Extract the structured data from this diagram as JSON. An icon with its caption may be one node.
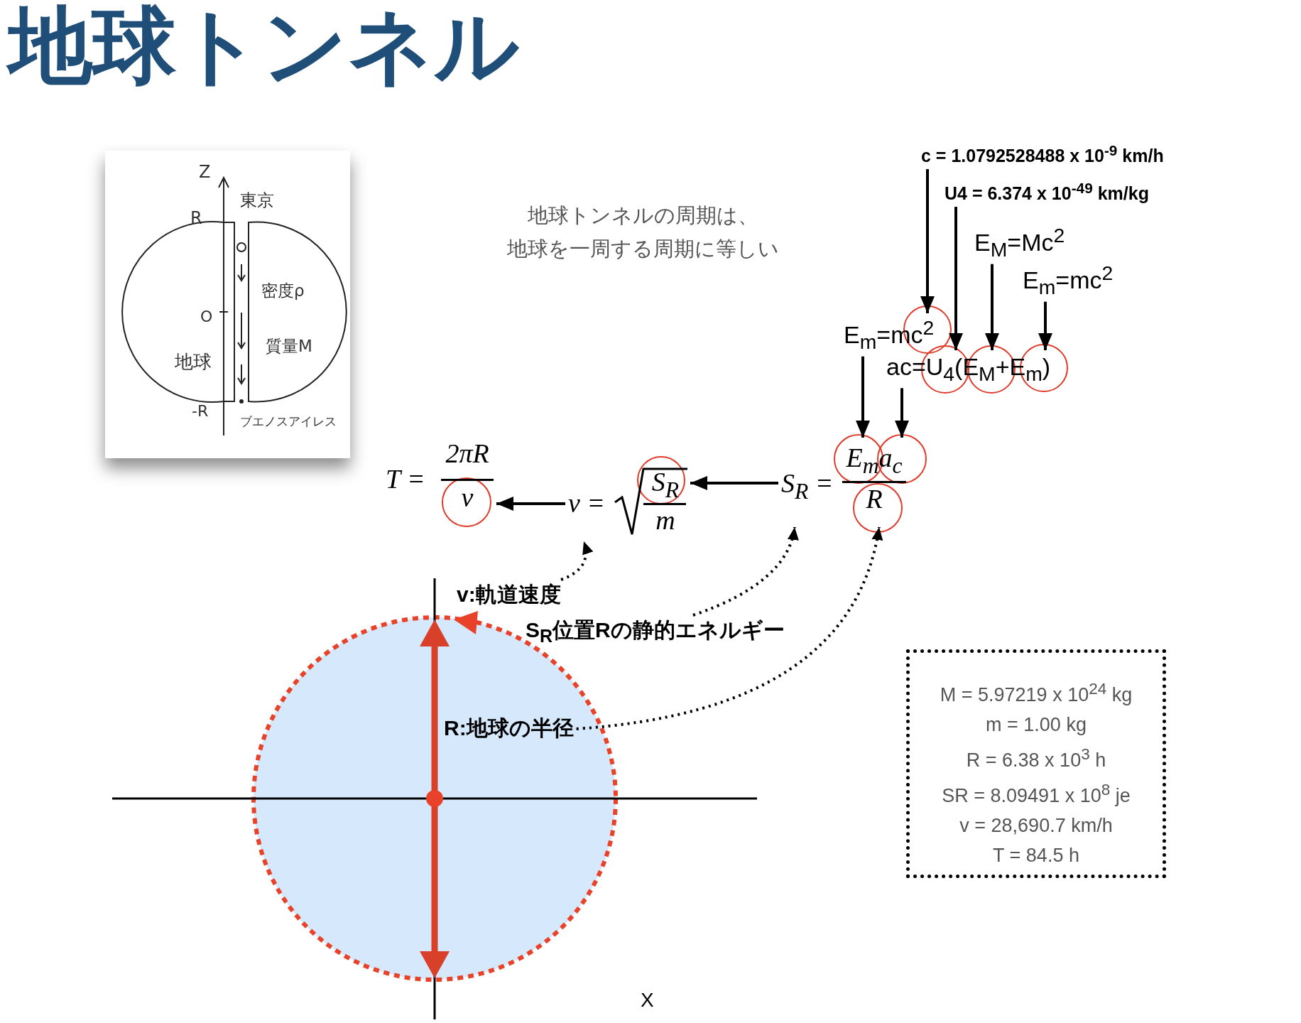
{
  "diagram": {
    "title": "地球トンネル",
    "nodes": [
      {
        "text": [
          "c = 1.0792528488 x 10$^{-9}$ km/h"
        ]
      },
      {
        "text": [
          "U4 = 6.374 x 10$^{-49}$ km/kg"
        ]
      },
      {
        "text": [
          "E$_{M}$=Mc$^{2}$"
        ]
      },
      {
        "text": [
          "E$_{m}$=mc$^{2}$"
        ]
      },
      {
        "text": [
          "E$_{m}$=mc$^{2}$"
        ]
      },
      {
        "text": [
          "ac=U$_{4}$(E$_{M}$+E$_{m}$)"
        ]
      },
      {
        "text": [
          "S$_{R}$ =",
          "E$_{m}$a$_{c}$",
          "R"
        ]
      },
      {
        "text": [
          "v =",
          "S$_{R}$",
          "m"
        ]
      },
      {
        "text": [
          "T =",
          "2πR",
          "v"
        ]
      },
      {
        "text": [
          "v:軌道速度"
        ]
      },
      {
        "text": [
          "S$_{R}$位置Rの静的エネルギー"
        ]
      },
      {
        "text": [
          "R:地球の半径"
        ]
      },
      {
        "text": [
          "M = 5.97219 x 10$^{24}$ kg",
          "m = 1.00 kg",
          "R = 6.38 x 10$^{3}$ h",
          "SR = 8.09491 x 10$^{8}$ je",
          "v = 28,690.7 km/h",
          "T = 84.5 h"
        ]
      }
    ],
    "edges": [
      {
        "from": 0,
        "to": 4,
        "arrow": "to"
      },
      {
        "from": 1,
        "to": 5,
        "arrow": "to"
      },
      {
        "from": 2,
        "to": 5,
        "arrow": "to"
      },
      {
        "from": 3,
        "to": 5,
        "arrow": "to"
      },
      {
        "from": 4,
        "to": 6,
        "arrow": "to"
      },
      {
        "from": 5,
        "to": 6,
        "arrow": "to"
      },
      {
        "from": 6,
        "to": 7,
        "arrow": "to"
      },
      {
        "from": 7,
        "to": 8,
        "arrow": "to"
      },
      {
        "from": 9,
        "to": 7,
        "arrow": "to",
        "style": "dashed"
      },
      {
        "from": 10,
        "to": 6,
        "arrow": "to",
        "style": "dashed"
      },
      {
        "from": 11,
        "to": 6,
        "arrow": "to",
        "style": "dashed"
      }
    ],
    "labels": [
      "Z",
      "東京",
      "R",
      "密度ρ",
      "O",
      "質量M",
      "地球",
      "-R",
      "ブエノスアイレス",
      "地球トンネルの周期は、地球を一周する周期に等しい",
      "X"
    ]
  }
}
